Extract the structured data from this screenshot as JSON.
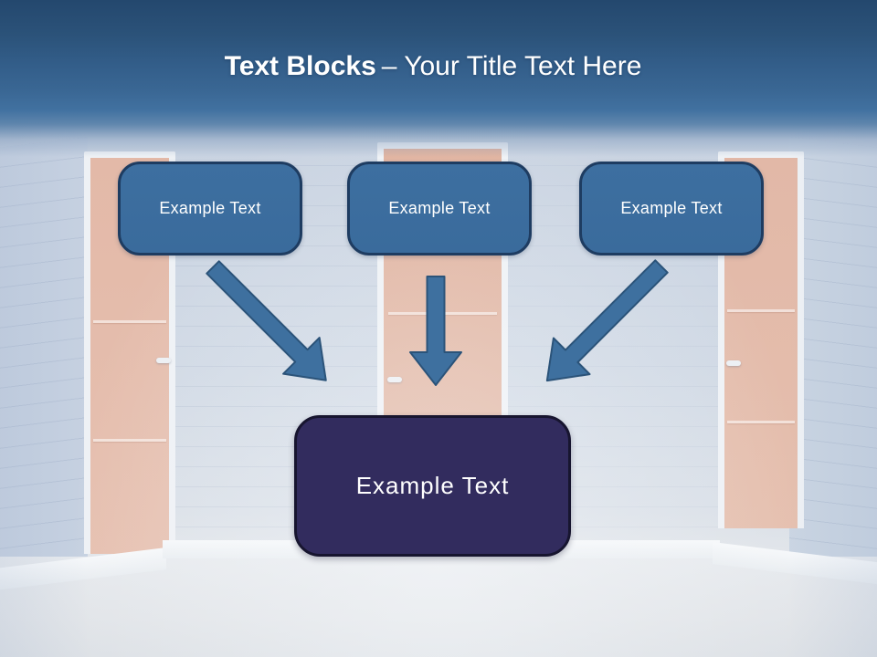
{
  "slide": {
    "title": {
      "bold": "Text Blocks",
      "rest": "– Your Title Text Here"
    },
    "top_blocks": [
      {
        "label": "Example Text"
      },
      {
        "label": "Example Text"
      },
      {
        "label": "Example Text"
      }
    ],
    "center_block": {
      "label": "Example Text"
    },
    "arrows": {
      "left": "diagonal-arrow-down-right",
      "middle": "straight-arrow-down",
      "right": "diagonal-arrow-down-left"
    },
    "colors": {
      "header-top": "#24486E",
      "header-bottom": "#4171A0",
      "title-color": "#FFFFFF",
      "block-fill": "#3A6B9C",
      "block-border": "#1E3C61",
      "center-fill": "#322C5E",
      "center-border": "#17152F",
      "arrow-fill": "#3E709F",
      "arrow-stroke": "#2B5379"
    }
  }
}
